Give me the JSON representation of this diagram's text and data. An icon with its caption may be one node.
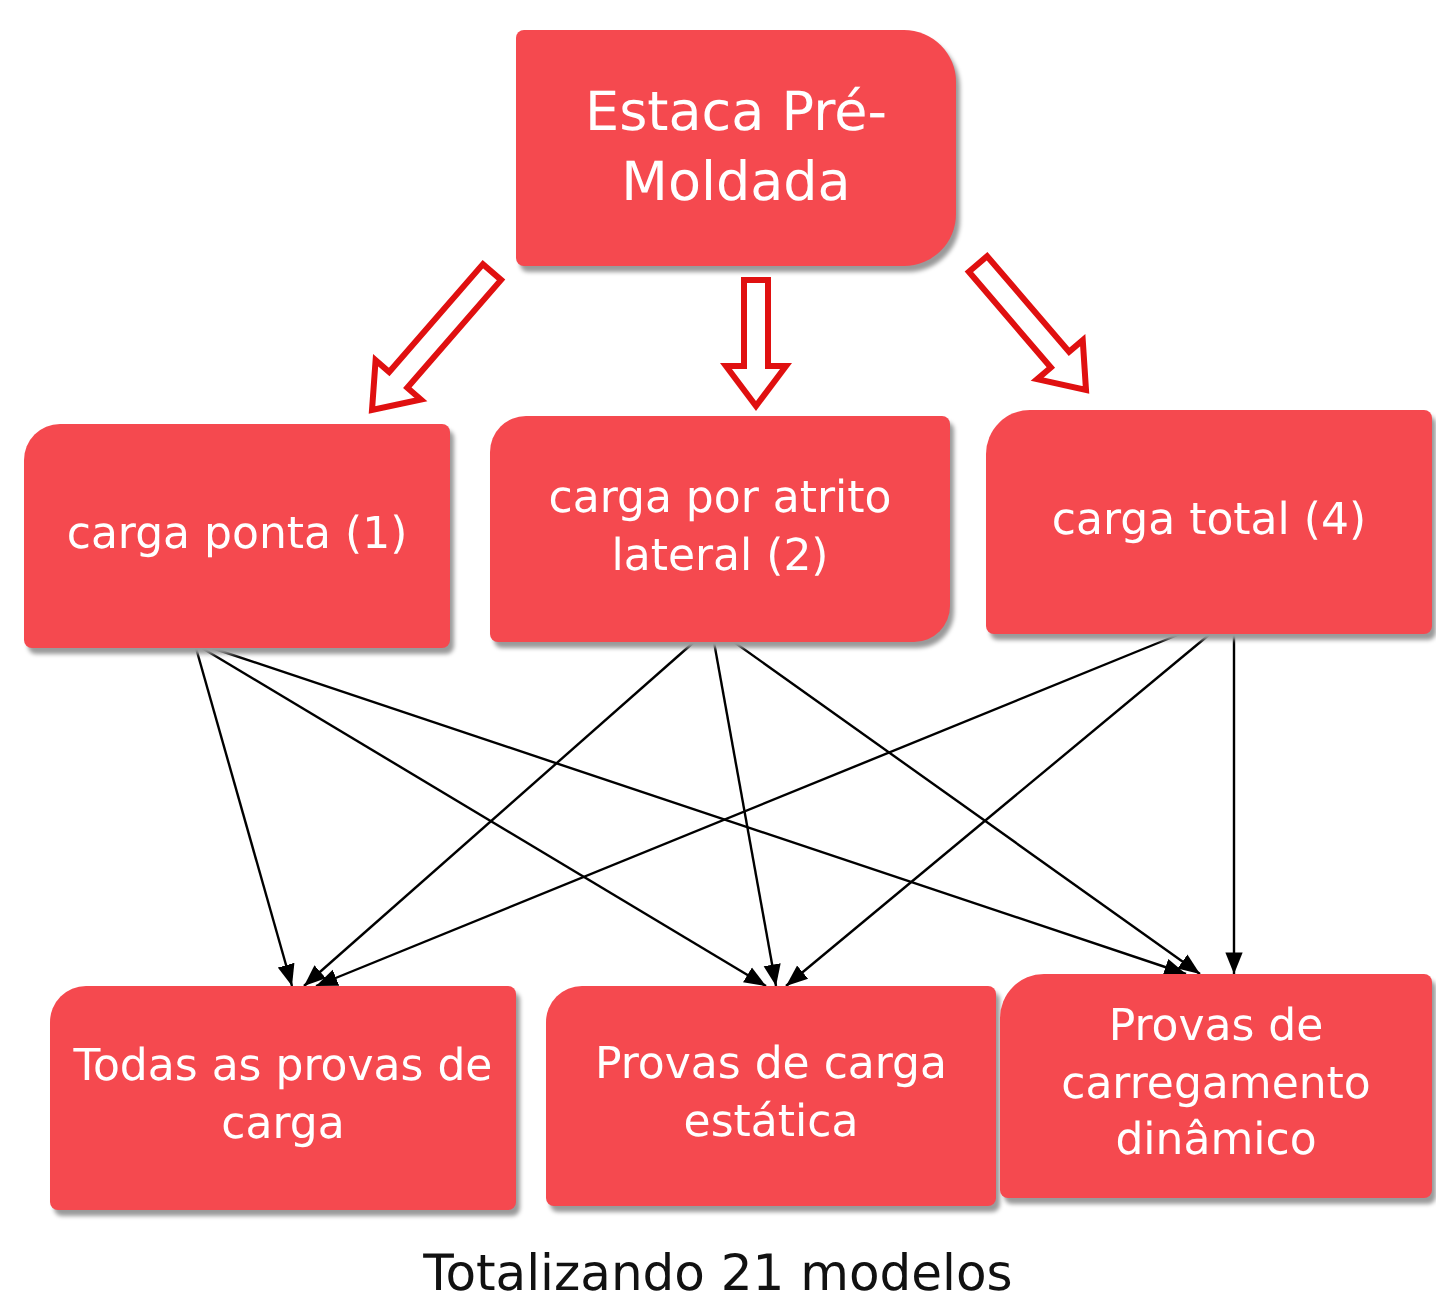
{
  "diagram": {
    "caption": "Totalizando 21 modelos",
    "nodes": [
      {
        "text": [
          "Estaca Pré-Moldada"
        ]
      },
      {
        "text": [
          "carga ponta (1)"
        ]
      },
      {
        "text": [
          "carga por atrito lateral (2)"
        ]
      },
      {
        "text": [
          "carga total (4)"
        ]
      },
      {
        "text": [
          "Todas as provas de carga"
        ]
      },
      {
        "text": [
          "Provas de carga estática"
        ]
      },
      {
        "text": [
          "Provas de carregamento dinâmico"
        ]
      }
    ],
    "edges": [
      {
        "from": 0,
        "to": 1,
        "arrow": "to",
        "style": "thick",
        "color": "#e01010"
      },
      {
        "from": 0,
        "to": 2,
        "arrow": "to",
        "style": "thick",
        "color": "#e01010"
      },
      {
        "from": 0,
        "to": 3,
        "arrow": "to",
        "style": "thick",
        "color": "#e01010"
      },
      {
        "from": 1,
        "to": 4,
        "arrow": "to"
      },
      {
        "from": 1,
        "to": 5,
        "arrow": "to"
      },
      {
        "from": 1,
        "to": 6,
        "arrow": "to"
      },
      {
        "from": 2,
        "to": 4,
        "arrow": "to"
      },
      {
        "from": 2,
        "to": 5,
        "arrow": "to"
      },
      {
        "from": 2,
        "to": 6,
        "arrow": "to"
      },
      {
        "from": 3,
        "to": 4,
        "arrow": "to"
      },
      {
        "from": 3,
        "to": 5,
        "arrow": "to"
      },
      {
        "from": 3,
        "to": 6,
        "arrow": "to"
      }
    ]
  }
}
